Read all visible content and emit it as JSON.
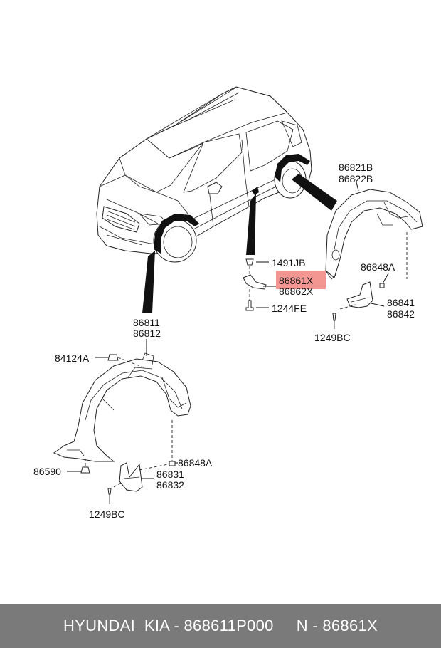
{
  "labels": {
    "rear_liner_a": "86821B",
    "rear_liner_b": "86822B",
    "screw_top": "1491JB",
    "bracket_a": "86861X",
    "bracket_b": "86862X",
    "bolt": "1244FE",
    "rear_clip": "86848A",
    "rear_flap_a": "86841",
    "rear_flap_b": "86842",
    "rear_screw": "1249BC",
    "front_liner_a": "86811",
    "front_liner_b": "86812",
    "front_nut": "84124A",
    "front_clip": "86848A",
    "front_fastener": "86590",
    "front_flap_a": "86831",
    "front_flap_b": "86832",
    "front_screw": "1249BC"
  },
  "highlight_color": "#f28b86",
  "footer": {
    "text": "HYUNDAI  KIA - 868611P000     N - 86861X"
  }
}
